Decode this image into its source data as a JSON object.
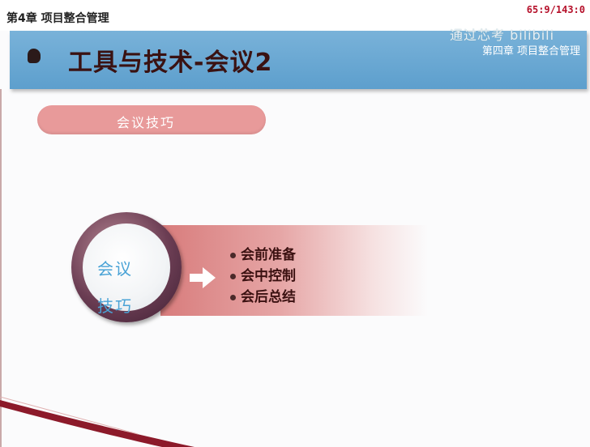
{
  "top_bar": {
    "chapter_tag": "第4章 项目整合管理",
    "timer": "65:9/143:0"
  },
  "watermark": "通过芯考 bilibili",
  "header": {
    "title": "工具与技术-会议2",
    "subtitle": "第四章 项目整合管理"
  },
  "section_pill": {
    "label": "会议技巧"
  },
  "diagram": {
    "circle_line1": "会议",
    "circle_line2": "技巧",
    "items": [
      "会前准备",
      "会中控制",
      "会后总结"
    ]
  },
  "colors": {
    "header_band": "#5d9fcd",
    "pill": "#e89a9a",
    "band": "#d87c7c",
    "circle_text": "#4aa3d6",
    "timer": "#b5102a"
  }
}
